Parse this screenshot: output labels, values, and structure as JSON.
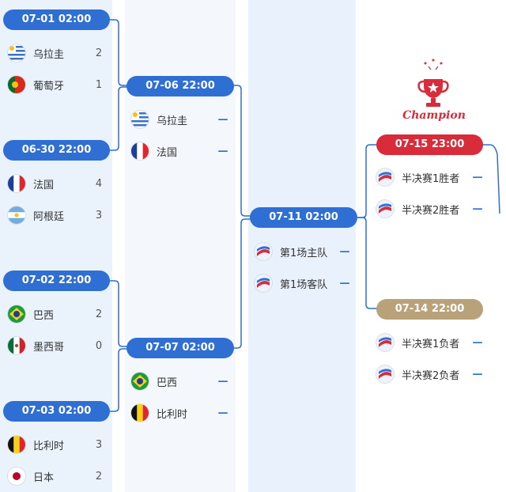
{
  "r16": [
    {
      "time": "07-01 02:00",
      "teams": [
        {
          "name": "乌拉圭",
          "score": "2",
          "flag": "uruguay-flag"
        },
        {
          "name": "葡萄牙",
          "score": "1",
          "flag": "portugal-flag"
        }
      ]
    },
    {
      "time": "06-30 22:00",
      "teams": [
        {
          "name": "法国",
          "score": "4",
          "flag": "france-flag"
        },
        {
          "name": "阿根廷",
          "score": "3",
          "flag": "argentina-flag"
        }
      ]
    },
    {
      "time": "07-02 22:00",
      "teams": [
        {
          "name": "巴西",
          "score": "2",
          "flag": "brazil-flag"
        },
        {
          "name": "墨西哥",
          "score": "0",
          "flag": "mexico-flag"
        }
      ]
    },
    {
      "time": "07-03 02:00",
      "teams": [
        {
          "name": "比利时",
          "score": "3",
          "flag": "belgium-flag"
        },
        {
          "name": "日本",
          "score": "2",
          "flag": "japan-flag"
        }
      ]
    }
  ],
  "qf": [
    {
      "time": "07-06 22:00",
      "teams": [
        {
          "name": "乌拉圭",
          "score": "—",
          "flag": "uruguay-flag"
        },
        {
          "name": "法国",
          "score": "—",
          "flag": "france-flag"
        }
      ]
    },
    {
      "time": "07-07 02:00",
      "teams": [
        {
          "name": "巴西",
          "score": "—",
          "flag": "brazil-flag"
        },
        {
          "name": "比利时",
          "score": "—",
          "flag": "belgium-flag"
        }
      ]
    }
  ],
  "sf": [
    {
      "time": "07-11 02:00",
      "teams": [
        {
          "name": "第1场主队",
          "score": "—",
          "flag": "placeholder-ball-icon"
        },
        {
          "name": "第1场客队",
          "score": "—",
          "flag": "placeholder-ball-icon"
        }
      ]
    }
  ],
  "final": {
    "time": "07-15 23:00",
    "teams": [
      {
        "name": "半决赛1胜者",
        "score": "—",
        "flag": "placeholder-ball-icon"
      },
      {
        "name": "半决赛2胜者",
        "score": "—",
        "flag": "placeholder-ball-icon"
      }
    ]
  },
  "third": {
    "time": "07-14 22:00",
    "teams": [
      {
        "name": "半决赛1负者",
        "score": "—",
        "flag": "placeholder-ball-icon"
      },
      {
        "name": "半决赛2负者",
        "score": "—",
        "flag": "placeholder-ball-icon"
      }
    ]
  },
  "champion_label": "Champion",
  "colors": {
    "blue": "#2f6fd3",
    "red": "#d92b3a",
    "gold": "#b9a27a",
    "line": "#2f6fd3"
  }
}
